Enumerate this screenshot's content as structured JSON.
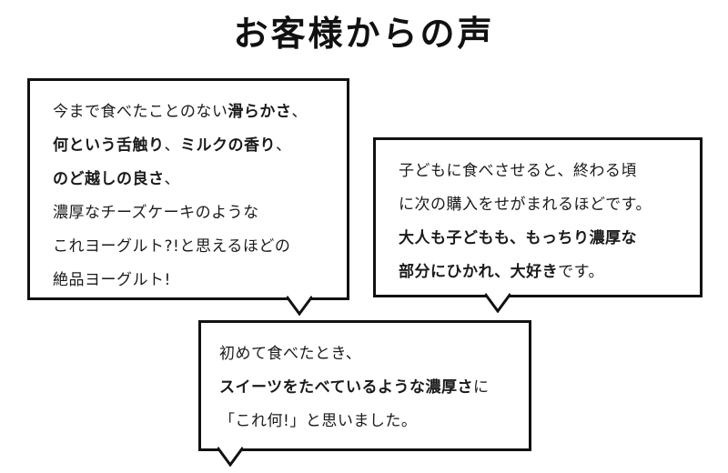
{
  "title": "お客様からの声",
  "bubbles": [
    {
      "lines": [
        [
          {
            "t": "今まで食べたことのない",
            "b": false
          },
          {
            "t": "滑らかさ",
            "b": true
          },
          {
            "t": "、",
            "b": false
          }
        ],
        [
          {
            "t": "何という舌触り",
            "b": true
          },
          {
            "t": "、",
            "b": false
          },
          {
            "t": "ミルクの香り",
            "b": true
          },
          {
            "t": "、",
            "b": false
          }
        ],
        [
          {
            "t": "のど越しの良さ",
            "b": true
          },
          {
            "t": "、",
            "b": false
          }
        ],
        [
          {
            "t": "濃厚なチーズケーキのような",
            "b": false
          }
        ],
        [
          {
            "t": "これヨーグルト?!と思えるほどの",
            "b": false
          }
        ],
        [
          {
            "t": "絶品ヨーグルト!",
            "b": false
          }
        ]
      ]
    },
    {
      "lines": [
        [
          {
            "t": "子どもに食べさせると、終わる頃",
            "b": false
          }
        ],
        [
          {
            "t": "に次の購入をせがまれるほどです。",
            "b": false
          }
        ],
        [
          {
            "t": "大人も子どもも、もっちり濃厚な",
            "b": true
          }
        ],
        [
          {
            "t": "部分にひかれ、大好き",
            "b": true
          },
          {
            "t": "です。",
            "b": false
          }
        ]
      ]
    },
    {
      "lines": [
        [
          {
            "t": "初めて食べたとき、",
            "b": false
          }
        ],
        [
          {
            "t": "スイーツをたべているような濃厚さ",
            "b": true
          },
          {
            "t": "に",
            "b": false
          }
        ],
        [
          {
            "t": "「これ何!」と思いました。",
            "b": false
          }
        ]
      ]
    }
  ]
}
